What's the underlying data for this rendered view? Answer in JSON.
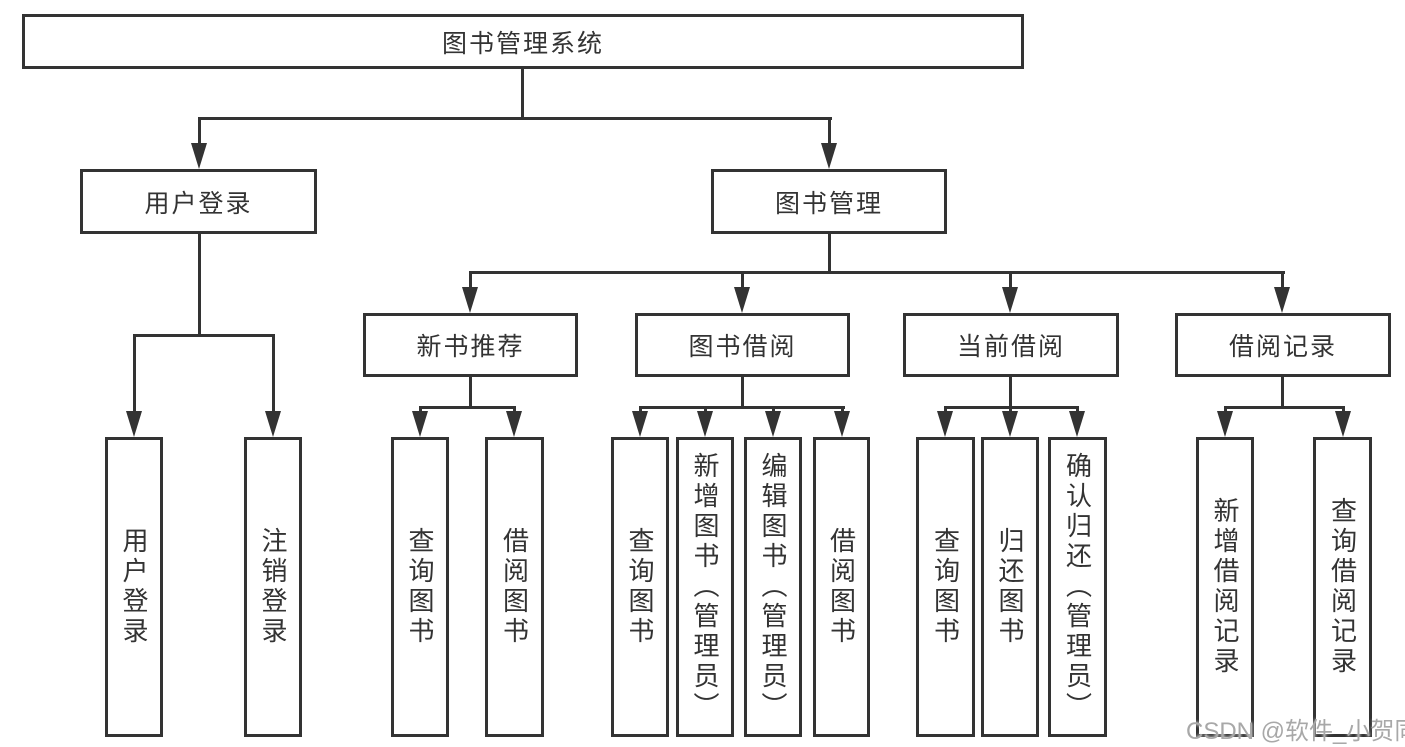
{
  "diagram": {
    "type": "hierarchy",
    "root": {
      "label": "图书管理系统"
    },
    "branches": [
      {
        "label": "用户登录",
        "children": [
          {
            "label": "用户登录"
          },
          {
            "label": "注销登录"
          }
        ]
      },
      {
        "label": "图书管理",
        "children": [
          {
            "label": "新书推荐",
            "children": [
              {
                "label": "查询图书"
              },
              {
                "label": "借阅图书"
              }
            ]
          },
          {
            "label": "图书借阅",
            "children": [
              {
                "label": "查询图书"
              },
              {
                "label": "新增图书（管理员）"
              },
              {
                "label": "编辑图书（管理员）"
              },
              {
                "label": "借阅图书"
              }
            ]
          },
          {
            "label": "当前借阅",
            "children": [
              {
                "label": "查询图书"
              },
              {
                "label": "归还图书"
              },
              {
                "label": "确认归还（管理员）"
              }
            ]
          },
          {
            "label": "借阅记录",
            "children": [
              {
                "label": "新增借阅记录"
              },
              {
                "label": "查询借阅记录"
              }
            ]
          }
        ]
      }
    ]
  },
  "watermark": "CSDN @软件_小贺同学",
  "colors": {
    "line": "#333333",
    "text": "#333333",
    "box_fill": "#ffffff",
    "background": "#ffffff",
    "watermark": "#a8a8a8"
  }
}
